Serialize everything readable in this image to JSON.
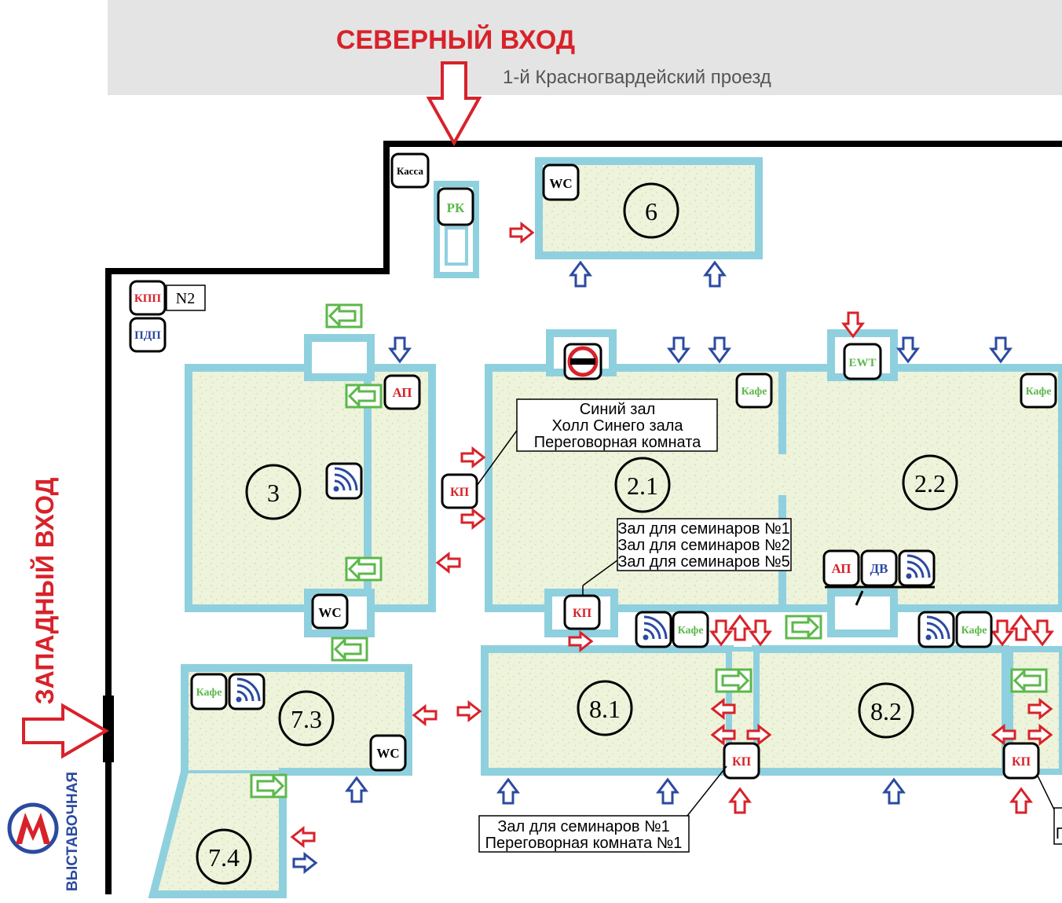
{
  "entrances": {
    "north": "СЕВЕРНЫЙ ВХОД",
    "west": "ЗАПАДНЫЙ ВХОД",
    "street": "1-й Красногвардейский проезд"
  },
  "metro": {
    "station": "ВЫСТАВОЧНАЯ",
    "logo": "М"
  },
  "rooms": {
    "r6": "6",
    "r3": "3",
    "r21": "2.1",
    "r22": "2.2",
    "r81": "8.1",
    "r82": "8.2",
    "r73": "7.3",
    "r74": "7.4"
  },
  "badges": {
    "kassa": "Касса",
    "rk": "РК",
    "kpp": "КПП",
    "n2": "N2",
    "pdp": "ПДП",
    "wc": "WC",
    "ap": "АП",
    "kp": "КП",
    "kafe": "Кафе",
    "ewt": "EWT",
    "dv": "ДВ"
  },
  "callouts": {
    "blue_hall": [
      "Синий зал",
      "Холл Синего зала",
      "Переговорная комната"
    ],
    "seminars_top": [
      "Зал для семинаров №1",
      "Зал для семинаров №2",
      "Зал для семинаров №5"
    ],
    "seminars_bottom": [
      "Зал для семинаров №1",
      "Переговорная комната №1"
    ],
    "cut_right": "П"
  },
  "colors": {
    "wall": "#8fd0df",
    "floor": "#eef3dc",
    "red": "#d8222a",
    "blue": "#2b4aa0",
    "green": "#5cb84a",
    "grey": "#e4e4e4",
    "outline": "#000000"
  }
}
